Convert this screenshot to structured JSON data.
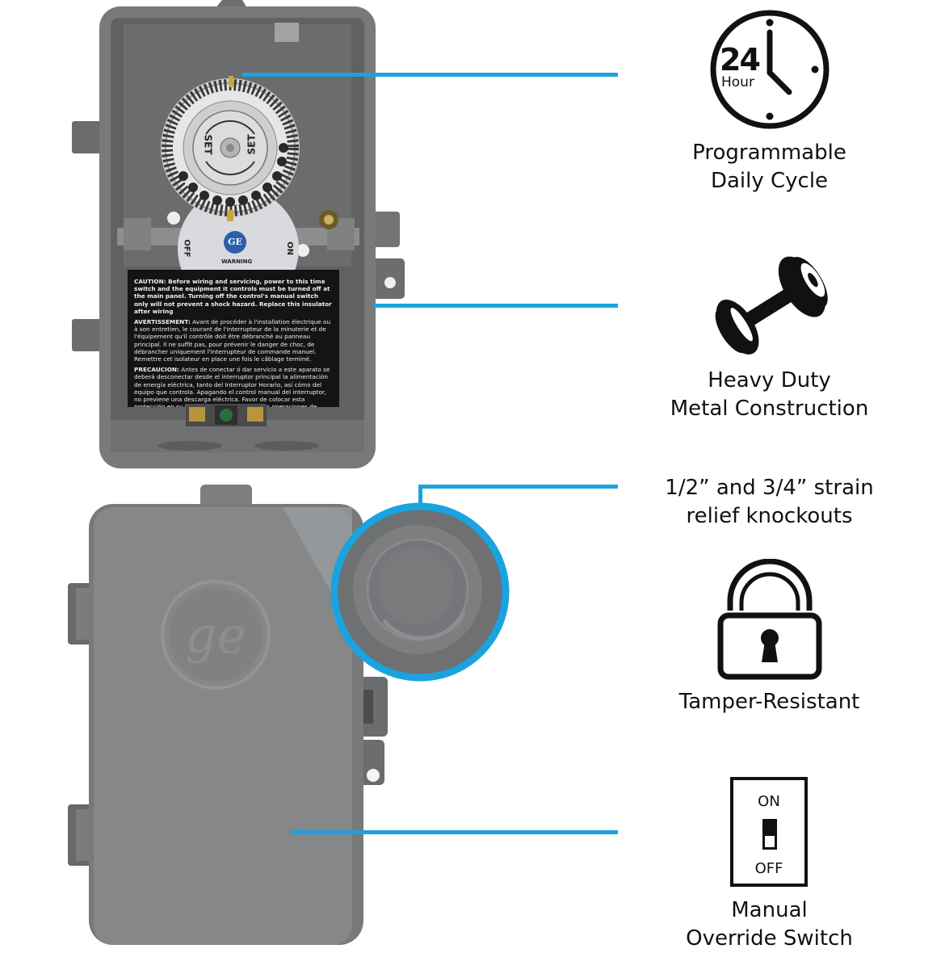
{
  "accent_color": "#1aa3df",
  "features": [
    {
      "id": "daily-cycle",
      "icon": "clock-24-hour-icon",
      "lines": [
        "Programmable",
        "Daily Cycle"
      ]
    },
    {
      "id": "metal-construction",
      "icon": "dumbbell-icon",
      "lines": [
        "Heavy Duty",
        "Metal Construction"
      ]
    },
    {
      "id": "knockouts",
      "icon": "knockout-magnifier",
      "lines": [
        "1/2” and 3/4” strain",
        "relief knockouts"
      ]
    },
    {
      "id": "tamper-resistant",
      "icon": "padlock-icon",
      "lines": [
        "Tamper-Resistant"
      ]
    },
    {
      "id": "override-switch",
      "icon": "toggle-switch-icon",
      "lines": [
        "Manual",
        "Override Switch"
      ]
    }
  ],
  "clock_icon": {
    "number": "24",
    "unit": "Hour"
  },
  "switch_icon": {
    "on": "ON",
    "off": "OFF"
  },
  "product": {
    "dial": {
      "set_left": "SET",
      "set_right": "SET"
    },
    "insulator": {
      "off": "OFF",
      "on": "ON",
      "brand": "GE",
      "warning": "WARNING"
    },
    "caution": {
      "caution_heading": "CAUTION:",
      "caution_text": "Before wiring and servicing, power to this time switch and the equipment it controls must be turned off at the main panel. Turning off the control's manual switch only will not prevent a shock hazard. Replace this insulator after wiring",
      "fr_heading": "AVERTISSEMENT:",
      "fr_text": "Avant de procéder à l'installation électrique ou à son entretien, le courant de l'interrupteur de la minuterie et de l'équipement qu'il contrôle doit être débranché au panneau principal. Il ne suffit pas, pour prévenir le danger de choc, de débrancher uniquement l'interrupteur de commande manuel. Remettre cet isolateur en place une fois le câblage terminé.",
      "es_heading": "PRECAUCION:",
      "es_text": "Antes de conectar ó dar servicio a este aparato se deberá desconectar desde el interruptor principal la alimentación de energía eléctrica, tanto del Interruptor Horario, así cómo del equipo que controla. Apagando el control manual del interruptor, no previene una descarga eléctrica. Favor de colocar esta protección en su lugar después de realizar las operaciones de alambrado."
    }
  }
}
